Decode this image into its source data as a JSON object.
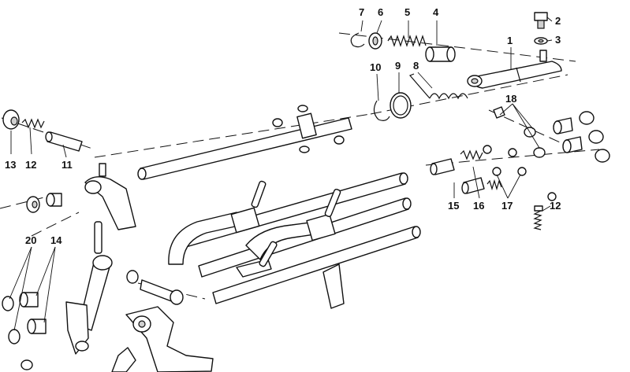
{
  "labels": {
    "n1": "1",
    "n2": "2",
    "n3": "3",
    "n4": "4",
    "n5": "5",
    "n6": "6",
    "n7": "7",
    "n8": "8",
    "n9": "9",
    "n10": "10",
    "n11": "11",
    "n12a": "12",
    "n12b": "12",
    "n13": "13",
    "n14": "14",
    "n15": "15",
    "n16": "16",
    "n17": "17",
    "n18": "18",
    "n20": "20"
  }
}
